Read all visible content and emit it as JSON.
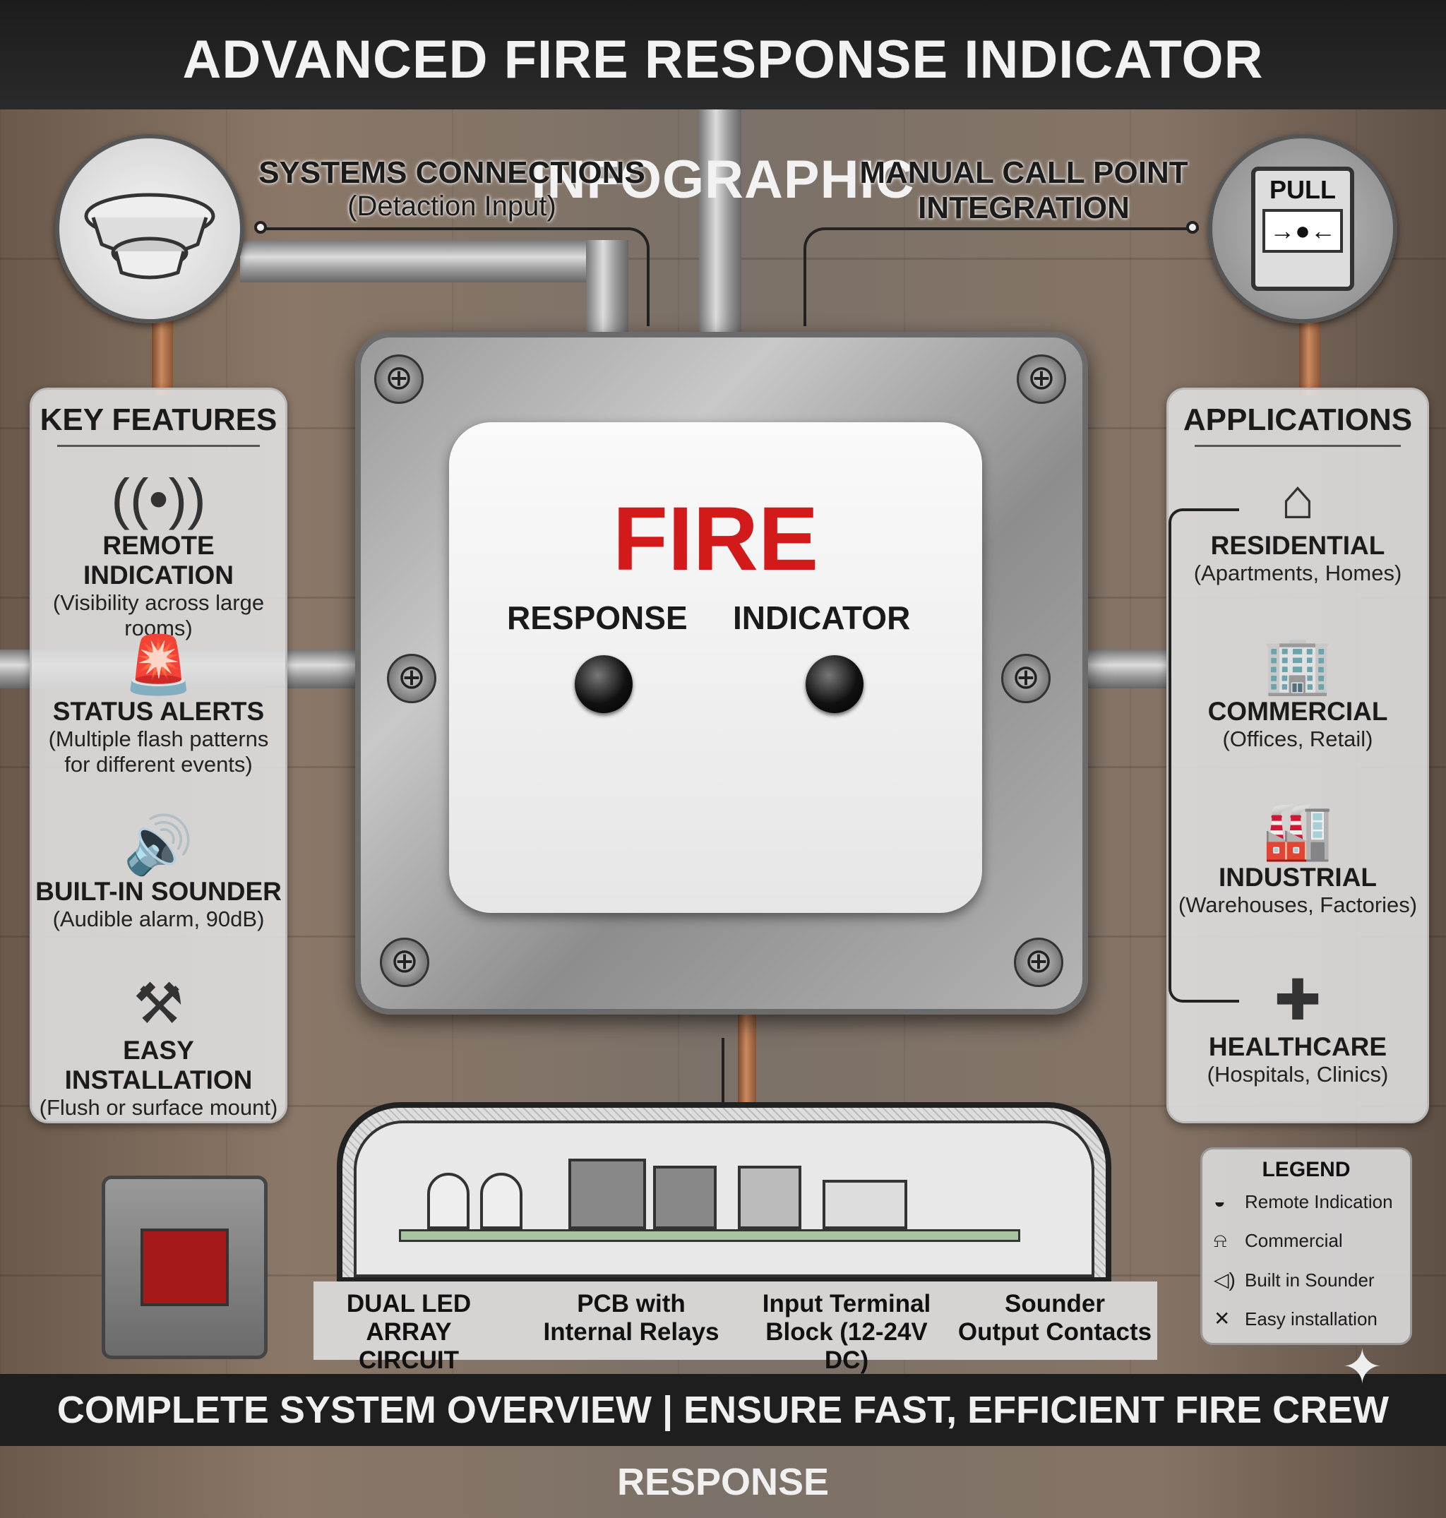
{
  "title": "ADVANCED FIRE RESPONSE INDICATOR INFOGRAPHIC",
  "footer": "COMPLETE SYSTEM OVERVIEW | ENSURE FAST, EFFICIENT FIRE CREW RESPONSE",
  "callouts": {
    "systems": {
      "title": "SYSTEMS CONNECTIONS",
      "sub": "(Detaction Input)"
    },
    "manual": {
      "line1": "MANUAL CALL POINT",
      "line2": "INTEGRATION"
    },
    "pull_label": "PULL"
  },
  "device": {
    "fire": "FIRE",
    "response": "RESPONSE",
    "indicator": "INDICATOR"
  },
  "key_features": {
    "heading": "KEY FEATURES",
    "items": [
      {
        "icon": "signal-icon",
        "title": "REMOTE INDICATION",
        "sub1": "(Visibility across large",
        "sub2": "rooms)"
      },
      {
        "icon": "beacon-icon",
        "title": "STATUS ALERTS",
        "sub1": "(Multiple flash patterns",
        "sub2": "for different events)"
      },
      {
        "icon": "speaker-icon",
        "title": "BUILT-IN SOUNDER",
        "sub1": "(Audible alarm, 90dB)",
        "sub2": ""
      },
      {
        "icon": "tools-icon",
        "title": "EASY INSTALLATION",
        "sub1": "(Flush or surface mount)",
        "sub2": ""
      }
    ]
  },
  "applications": {
    "heading": "APPLICATIONS",
    "items": [
      {
        "icon": "house-icon",
        "title": "RESIDENTIAL",
        "sub": "(Apartments, Homes)"
      },
      {
        "icon": "building-icon",
        "title": "COMMERCIAL",
        "sub": "(Offices, Retail)"
      },
      {
        "icon": "warehouse-icon",
        "title": "INDUSTRIAL",
        "sub": "(Warehouses, Factories)"
      },
      {
        "icon": "medkit-icon",
        "title": "HEALTHCARE",
        "sub": "(Hospitals, Clinics)"
      }
    ]
  },
  "internals": [
    {
      "line1": "DUAL LED",
      "line2": "ARRAY CIRCUIT"
    },
    {
      "line1": "PCB with",
      "line2": "Internal Relays"
    },
    {
      "line1": "Input Terminal",
      "line2": "Block (12-24V DC)"
    },
    {
      "line1": "Sounder",
      "line2": "Output Contacts"
    }
  ],
  "legend": {
    "heading": "LEGEND",
    "items": [
      "Remote Indication",
      "Commercial",
      "Built in Sounder",
      "Easy installation"
    ]
  },
  "colors": {
    "fire_red": "#d21a1a",
    "bar": "#1e1e1e"
  }
}
